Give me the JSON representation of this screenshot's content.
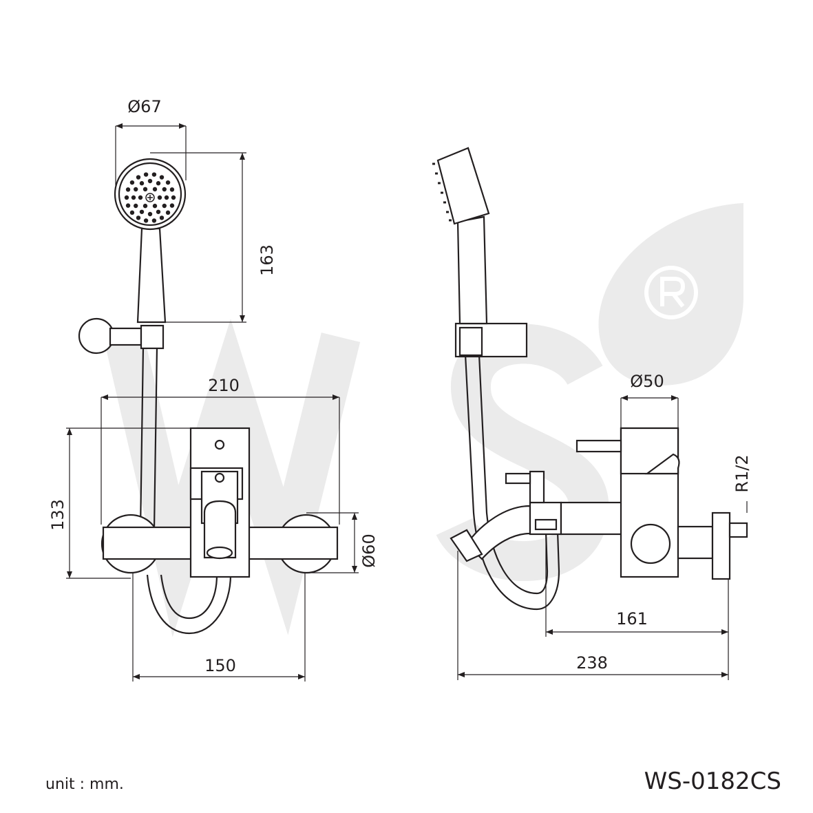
{
  "watermark": {
    "text": "WS",
    "registered": "®",
    "color": "#ebebeb"
  },
  "dimensions": {
    "head_diameter": "Ø67",
    "handshower_length": "163",
    "overall_width": "210",
    "body_height": "133",
    "flange_diameter": "Ø60",
    "center_distance": "150",
    "body_diameter": "Ø50",
    "thread": "R1/2",
    "projection_body": "161",
    "projection_total": "238"
  },
  "footer": {
    "unit": "unit : mm.",
    "model": "WS-0182CS"
  },
  "colors": {
    "line": "#231f20",
    "watermark": "#ebebeb"
  }
}
